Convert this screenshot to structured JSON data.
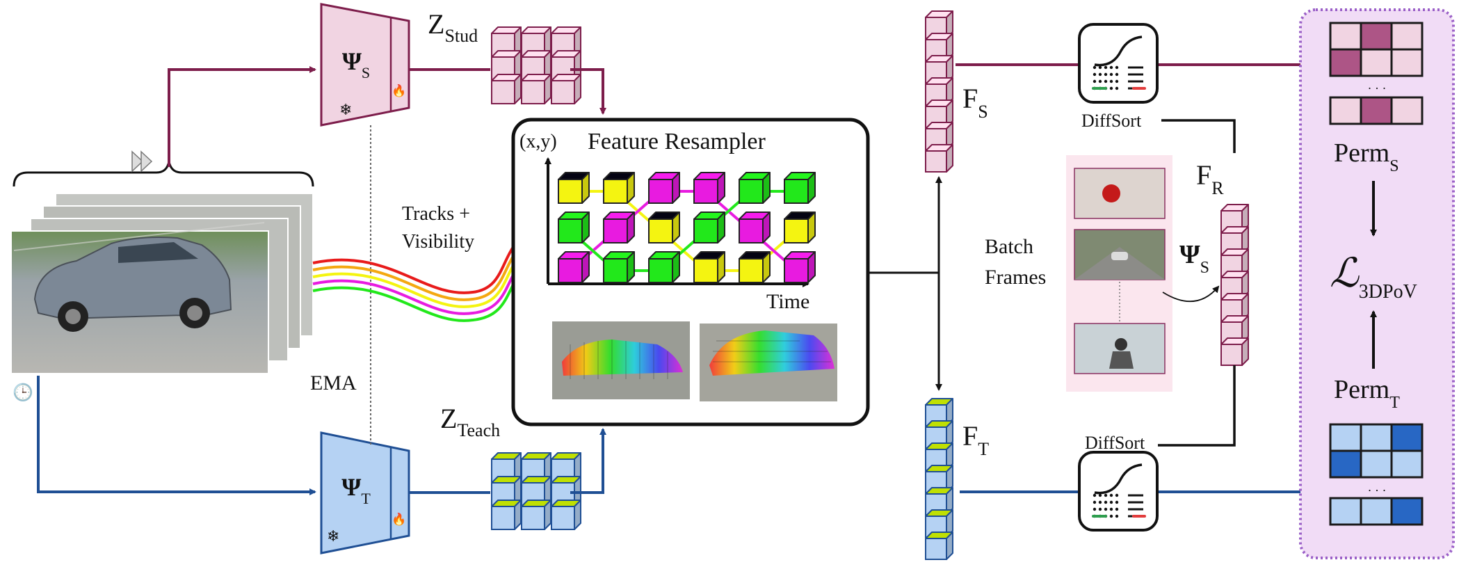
{
  "colors": {
    "student": "#7d1d4b",
    "student_fill": "#f1d4e2",
    "student_dark": "#ad5586",
    "teacher": "#1f4f94",
    "teacher_fill": "#b5d2f3",
    "teacher_dark": "#2867c4",
    "loss_bg": "#f1dcf6",
    "loss_border": "#9a5fc7",
    "track_yellow": "#f4f411",
    "track_magenta": "#e81be0",
    "track_green": "#22e81b",
    "track_red": "#e81b1b"
  },
  "labels": {
    "psi": "Ψ",
    "sub_s": "S",
    "sub_t": "T",
    "z": "Z",
    "z_stud_sub": "Stud",
    "z_teach_sub": "Teach",
    "ema": "EMA",
    "tracks_line1": "Tracks +",
    "tracks_line2": "Visibility",
    "xy": "(x,y)",
    "resampler_title": "Feature Resampler",
    "time": "Time",
    "f": "F",
    "f_s_sub": "S",
    "f_t_sub": "T",
    "f_r_sub": "R",
    "diffsort_top": "DiffSort",
    "diffsort_bottom": "DiffSort",
    "batch_line1": "Batch",
    "batch_line2": "Frames",
    "perm": "Perm",
    "perm_s_sub": "S",
    "perm_t_sub": "T",
    "loss_symbol": "ℒ",
    "loss_sub": "3DPoV",
    "ellipsis": "· · ·"
  },
  "icons": {
    "snowflake": "snowflake-icon",
    "flame": "flame-icon",
    "clock": "clock-icon",
    "play": "fast-forward-icon",
    "sort": "sort-curve-icon"
  },
  "glyphs": {
    "snowflake": "❄",
    "flame": "🔥",
    "clock": "🕒"
  },
  "resampler_grid": [
    [
      "yellow",
      "yellow",
      "magenta",
      "magenta",
      "green",
      "green"
    ],
    [
      "green",
      "magenta",
      "yellow",
      "green",
      "magenta",
      "yellow"
    ],
    [
      "magenta",
      "green",
      "green",
      "yellow",
      "yellow",
      "magenta"
    ]
  ],
  "perm_s_rows": [
    [
      "light",
      "dark",
      "light"
    ],
    [
      "dark",
      "light",
      "light"
    ],
    [
      "light",
      "dark",
      "light"
    ]
  ],
  "perm_t_rows": [
    [
      "light",
      "light",
      "dark"
    ],
    [
      "dark",
      "light",
      "light"
    ],
    [
      "light",
      "light",
      "dark"
    ]
  ]
}
